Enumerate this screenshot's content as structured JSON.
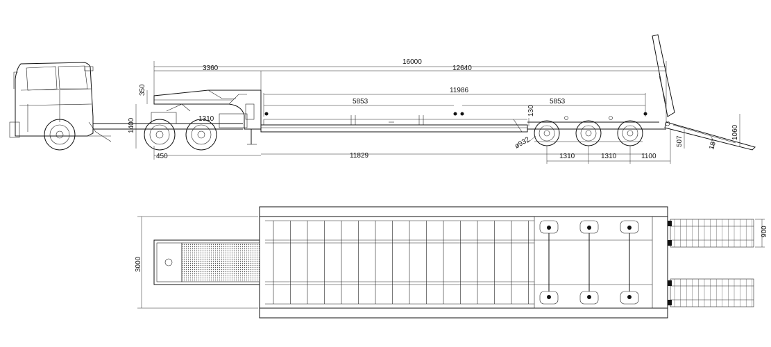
{
  "side_view": {
    "dims": {
      "overall_length": "16000",
      "gooseneck_length": "3360",
      "deck_length": "12640",
      "well_length": "11986",
      "platform_left": "5853",
      "platform_right": "5853",
      "neck_height": "350",
      "deck_height": "1400",
      "kingpin_offset": "1310",
      "front_overhang": "450",
      "wheelbase": "11829",
      "axle_spacing_1": "1310",
      "axle_spacing_2": "1310",
      "rear_overhang": "1100",
      "tire_size": "ø932",
      "rear_step_height": "130",
      "rear_deck_height": "507",
      "ramp_angle": "18°",
      "ramp_height": "1060"
    }
  },
  "top_view": {
    "dims": {
      "overall_width": "3000",
      "ramp_width": "900"
    }
  }
}
